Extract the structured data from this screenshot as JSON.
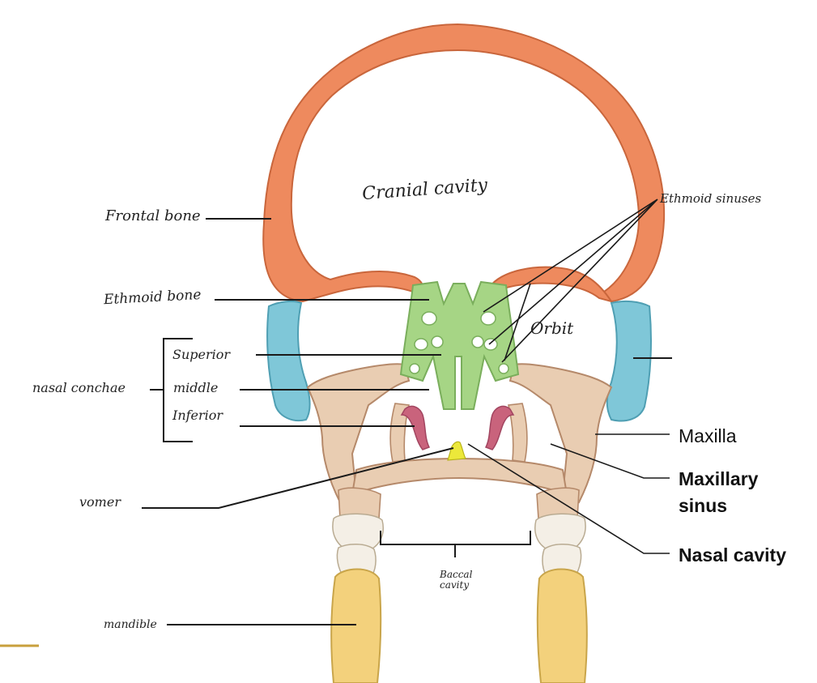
{
  "colors": {
    "frontal": "#ee8a5e",
    "frontal_dark": "#c9663c",
    "ethmoid": "#a6d585",
    "sphenoid_blue": "#7fc7d8",
    "maxilla": "#e9cdb2",
    "maxilla_dark": "#b5896a",
    "concha_inferior": "#c9637c",
    "vomer": "#ece83a",
    "mandible": "#f3d17c",
    "tooth": "#f4efe6"
  },
  "labels": {
    "cranial_cavity": "Cranial cavity",
    "frontal_bone": "Frontal bone",
    "ethmoid_sinuses": "Ethmoid sinuses",
    "ethmoid_bone": "Ethmoid bone",
    "orbit": "Orbit",
    "superior": "Superior",
    "nasal_conchae": "nasal conchae",
    "middle": "middle",
    "inferior": "Inferior",
    "maxilla": "Maxilla",
    "maxillary_sinus_line1": "Maxillary",
    "maxillary_sinus_line2": "sinus",
    "vomer": "vomer",
    "nasal_cavity": "Nasal cavity",
    "buccal_cavity_line1": "Baccal",
    "buccal_cavity_line2": "cavity",
    "mandible": "mandible"
  }
}
